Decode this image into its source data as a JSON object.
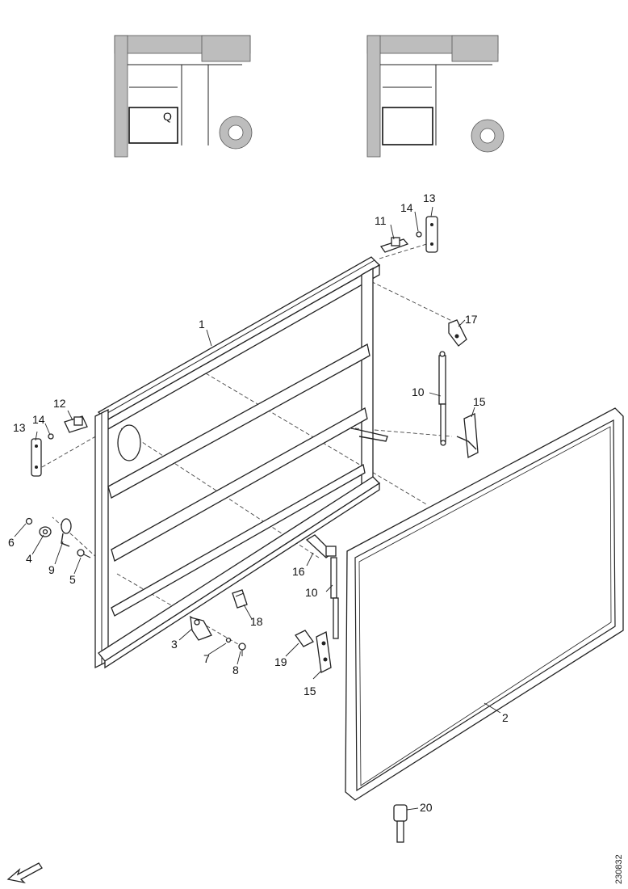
{
  "inset_left": {
    "label": "Q"
  },
  "inset_right": {
    "label": ""
  },
  "callouts": {
    "c1": "1",
    "c2": "2",
    "c3": "3",
    "c4": "4",
    "c5": "5",
    "c6": "6",
    "c7": "7",
    "c8": "8",
    "c9": "9",
    "c10a": "10",
    "c10b": "10",
    "c11": "11",
    "c12": "12",
    "c13a": "13",
    "c13b": "13",
    "c14a": "14",
    "c14b": "14",
    "c15a": "15",
    "c15b": "15",
    "c16": "16",
    "c17": "17",
    "c18": "18",
    "c19": "19",
    "c20": "20"
  },
  "drawing_ref": "230832",
  "colors": {
    "line": "#222222",
    "hatch": "#bdbdbd",
    "background": "#ffffff"
  },
  "icons": {
    "direction_arrow": "front-direction-arrow-icon"
  }
}
